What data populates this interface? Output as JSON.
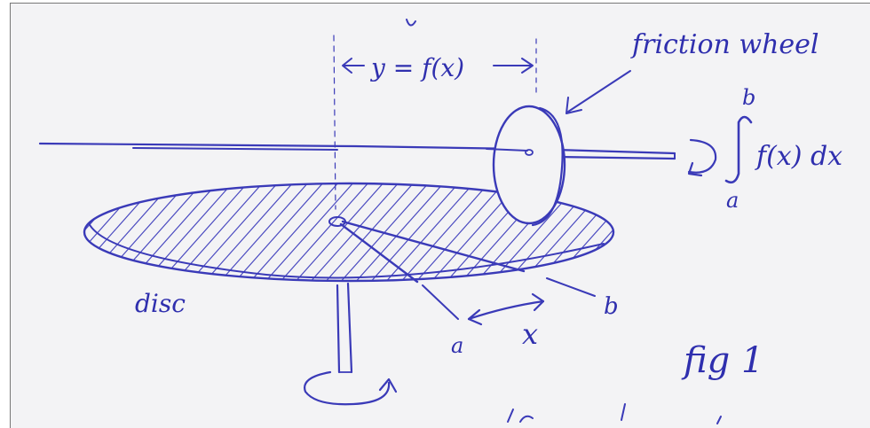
{
  "labels": {
    "friction_wheel": "friction wheel",
    "y_eq": "y = f(x)",
    "integral_upper": "b",
    "integral_lower": "a",
    "integral_body": "f(x) dx",
    "disc": "disc",
    "point_a": "a",
    "point_b": "b",
    "x": "x",
    "fig": "fig 1"
  },
  "colors": {
    "ink": "#3a3ab8",
    "paper": "#f3f3f5"
  }
}
